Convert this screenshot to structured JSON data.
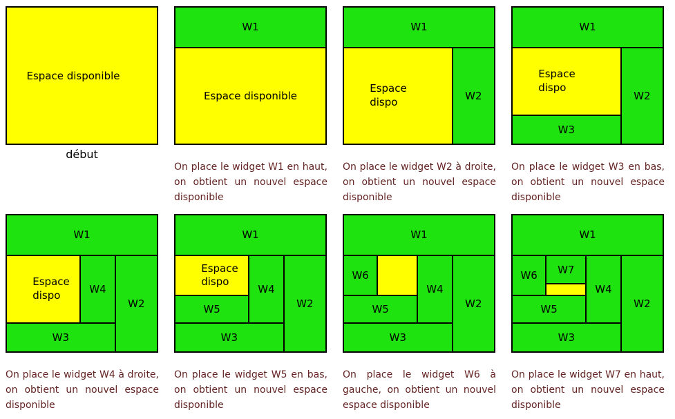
{
  "colors": {
    "space": "#ffff00",
    "widget": "#1fe30e",
    "caption": "#632423",
    "border": "#000000"
  },
  "space": {
    "full": "Espace disponible",
    "short": "Espace dispo"
  },
  "widgets": {
    "w1": "W1",
    "w2": "W2",
    "w3": "W3",
    "w4": "W4",
    "w5": "W5",
    "w6": "W6",
    "w7": "W7"
  },
  "panels": [
    {
      "caption": "début"
    },
    {
      "caption": "On place le widget W1 en haut, on obtient un nouvel espace disponible"
    },
    {
      "caption": "On place le widget W2 à droite, on obtient un nouvel espace disponible"
    },
    {
      "caption": "On place le widget W3 en bas, on obtient un nouvel espace disponible"
    },
    {
      "caption": "On place le widget W4 à droite, on obtient un nouvel espace disponible"
    },
    {
      "caption": "On place le widget W5 en bas, on obtient un nouvel espace disponible"
    },
    {
      "caption": "On place le widget W6 à gauche, on obtient un nouvel espace disponible"
    },
    {
      "caption": "On place le widget W7 en haut, on obtient un nouvel espace disponible"
    }
  ]
}
